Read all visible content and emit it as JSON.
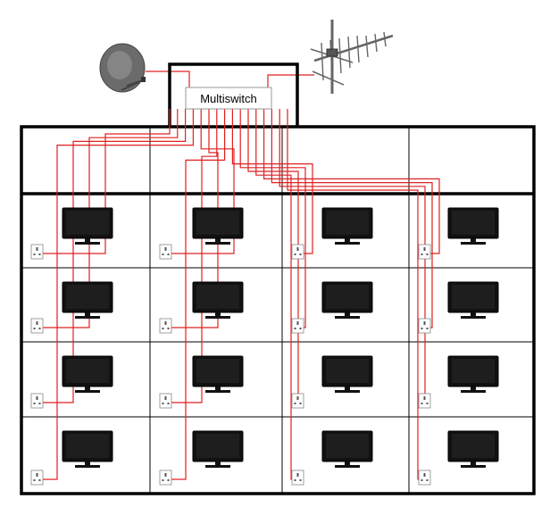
{
  "diagram": {
    "multiswitch_label": "Multiswitch",
    "floors": 4,
    "rooms_per_floor": 4,
    "icons": {
      "dish": "satellite-dish-icon",
      "aerial": "tv-aerial-icon",
      "tv": "television-icon",
      "socket": "wall-socket-icon"
    },
    "colors": {
      "cable": "#e02020",
      "wall": "#000000",
      "tv_screen": "#111111",
      "socket": "#ffffff"
    }
  }
}
